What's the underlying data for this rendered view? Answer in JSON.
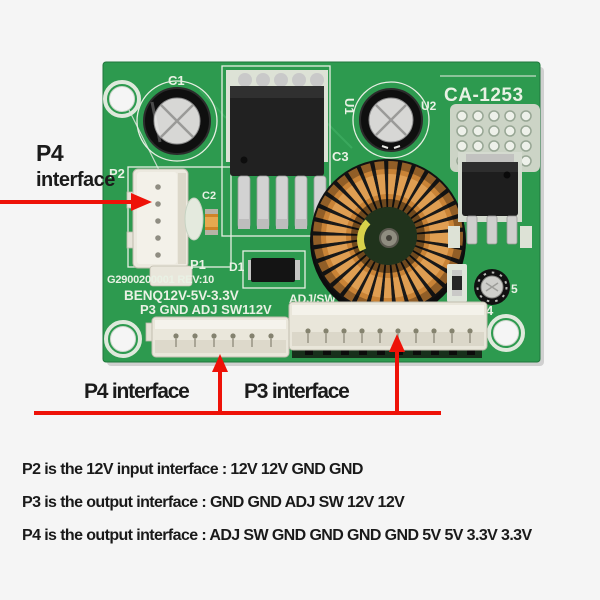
{
  "pcb": {
    "model": "CA-1253",
    "silkscreen": {
      "c1": "C1",
      "u1": "U1",
      "c3": "C3",
      "u2": "U2",
      "p2": "P2",
      "c2": "C2",
      "p1": "P1",
      "d1": "D1",
      "serial": "G2900200001 REV:10",
      "board_name": "BENQ12V-5V-3.3V",
      "p3_pinout": "P3 GND ADJ SW112V",
      "p4_pinout_partial": "ADJ/SW GND",
      "p4_ref": "4",
      "c5_ref": "5"
    }
  },
  "annotations": {
    "left_callout": {
      "title": "P4",
      "subtitle": "interface"
    },
    "bottom_callouts": [
      {
        "label": "P4 interface"
      },
      {
        "label": "P3 interface"
      }
    ]
  },
  "description": {
    "lines": [
      "P2 is the 12V input interface : 12V 12V GND GND",
      "P3 is the output interface : GND GND ADJ SW 12V 12V",
      "P4 is the output interface : ADJ SW GND GND GND GND 5V 5V 3.3V 3.3V"
    ]
  },
  "colors": {
    "annotation_red": "#ee1208",
    "pcb_green": "#2d9a4f",
    "silkscreen_white": "#e9f1e4",
    "copper": "#c98336",
    "text_black": "#1a1a1a"
  }
}
